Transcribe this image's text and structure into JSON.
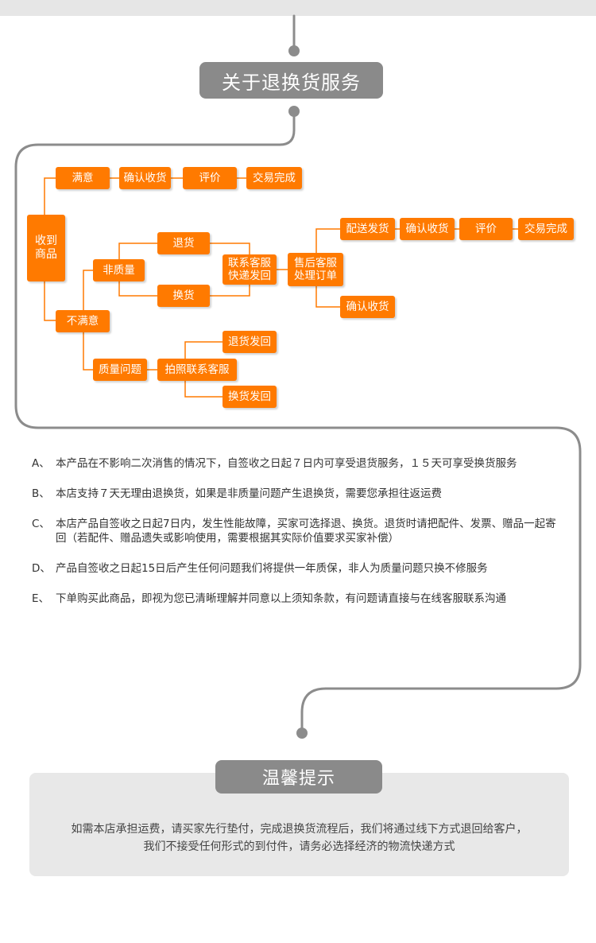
{
  "header": {
    "title": "关于退换货服务"
  },
  "flow": {
    "received": "收到\n商品",
    "satisfied": "满意",
    "satisfied_confirm": "确认收货",
    "satisfied_review": "评价",
    "satisfied_done": "交易完成",
    "unsatisfied": "不满意",
    "non_quality": "非质量",
    "return": "退货",
    "exchange": "换货",
    "contact_cs": "联系客服\n快递发回",
    "after_sales": "售后客服\n处理订单",
    "ship": "配送发货",
    "as_confirm": "确认收货",
    "as_review": "评价",
    "as_done": "交易完成",
    "as_confirm2": "确认收货",
    "quality_issue": "质量问题",
    "photo_contact": "拍照联系客服",
    "return_back": "退货发回",
    "exchange_back": "换货发回"
  },
  "rules": [
    {
      "letter": "A、",
      "text": "本产品在不影响二次消售的情况下，自签收之日起７日内可享受退货服务，１５天可享受换货服务"
    },
    {
      "letter": "B、",
      "text": "本店支持７天无理由退换货，如果是非质量问题产生退换货，需要您承担往返运费"
    },
    {
      "letter": "C、",
      "text": "本店产品自签收之日起7日内，发生性能故障，买家可选择退、换货。退货时请把配件、发票、赠品一起寄回（若配件、赠品遗失或影响使用，需要根据其实际价值要求买家补偿）"
    },
    {
      "letter": "D、",
      "text": "产品自签收之日起15日后产生任何问题我们将提供一年质保，非人为质量问题只换不修服务"
    },
    {
      "letter": "E、",
      "text": "下单购买此商品，即视为您已清晰理解并同意以上须知条款，有问题请直接与在线客服联系沟通"
    }
  ],
  "tips": {
    "title": "温馨提示",
    "line1": "如需本店承担运费，请买家先行垫付，完成退换货流程后，我们将通过线下方式退回给客户，",
    "line2": "我们不接受任何形式的到付件，请务必选择经济的物流快递方式"
  }
}
